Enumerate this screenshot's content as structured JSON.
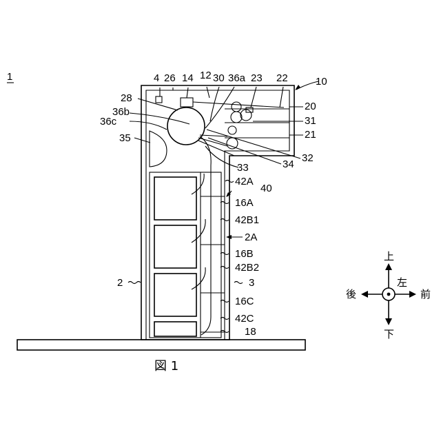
{
  "figure": {
    "caption": "図 1",
    "system_ref": "1",
    "refs": {
      "r4": "4",
      "r26": "26",
      "r14": "14",
      "r12": "12",
      "r30": "30",
      "r36a": "36a",
      "r23": "23",
      "r22": "22",
      "r10": "10",
      "r28": "28",
      "r36b": "36b",
      "r36c": "36c",
      "r35": "35",
      "r20": "20",
      "r31": "31",
      "r21": "21",
      "r32": "32",
      "r34": "34",
      "r33": "33",
      "r42A": "42A",
      "r40": "40",
      "r16A": "16A",
      "r42B1": "42B1",
      "r2A": "2A",
      "r16B": "16B",
      "r42B2": "42B2",
      "r2": "2",
      "r3": "3",
      "r16C": "16C",
      "r42C": "42C",
      "r18": "18"
    }
  },
  "direction_indicator": {
    "up": "上",
    "down": "下",
    "rear": "後",
    "front": "前",
    "left": "左"
  }
}
